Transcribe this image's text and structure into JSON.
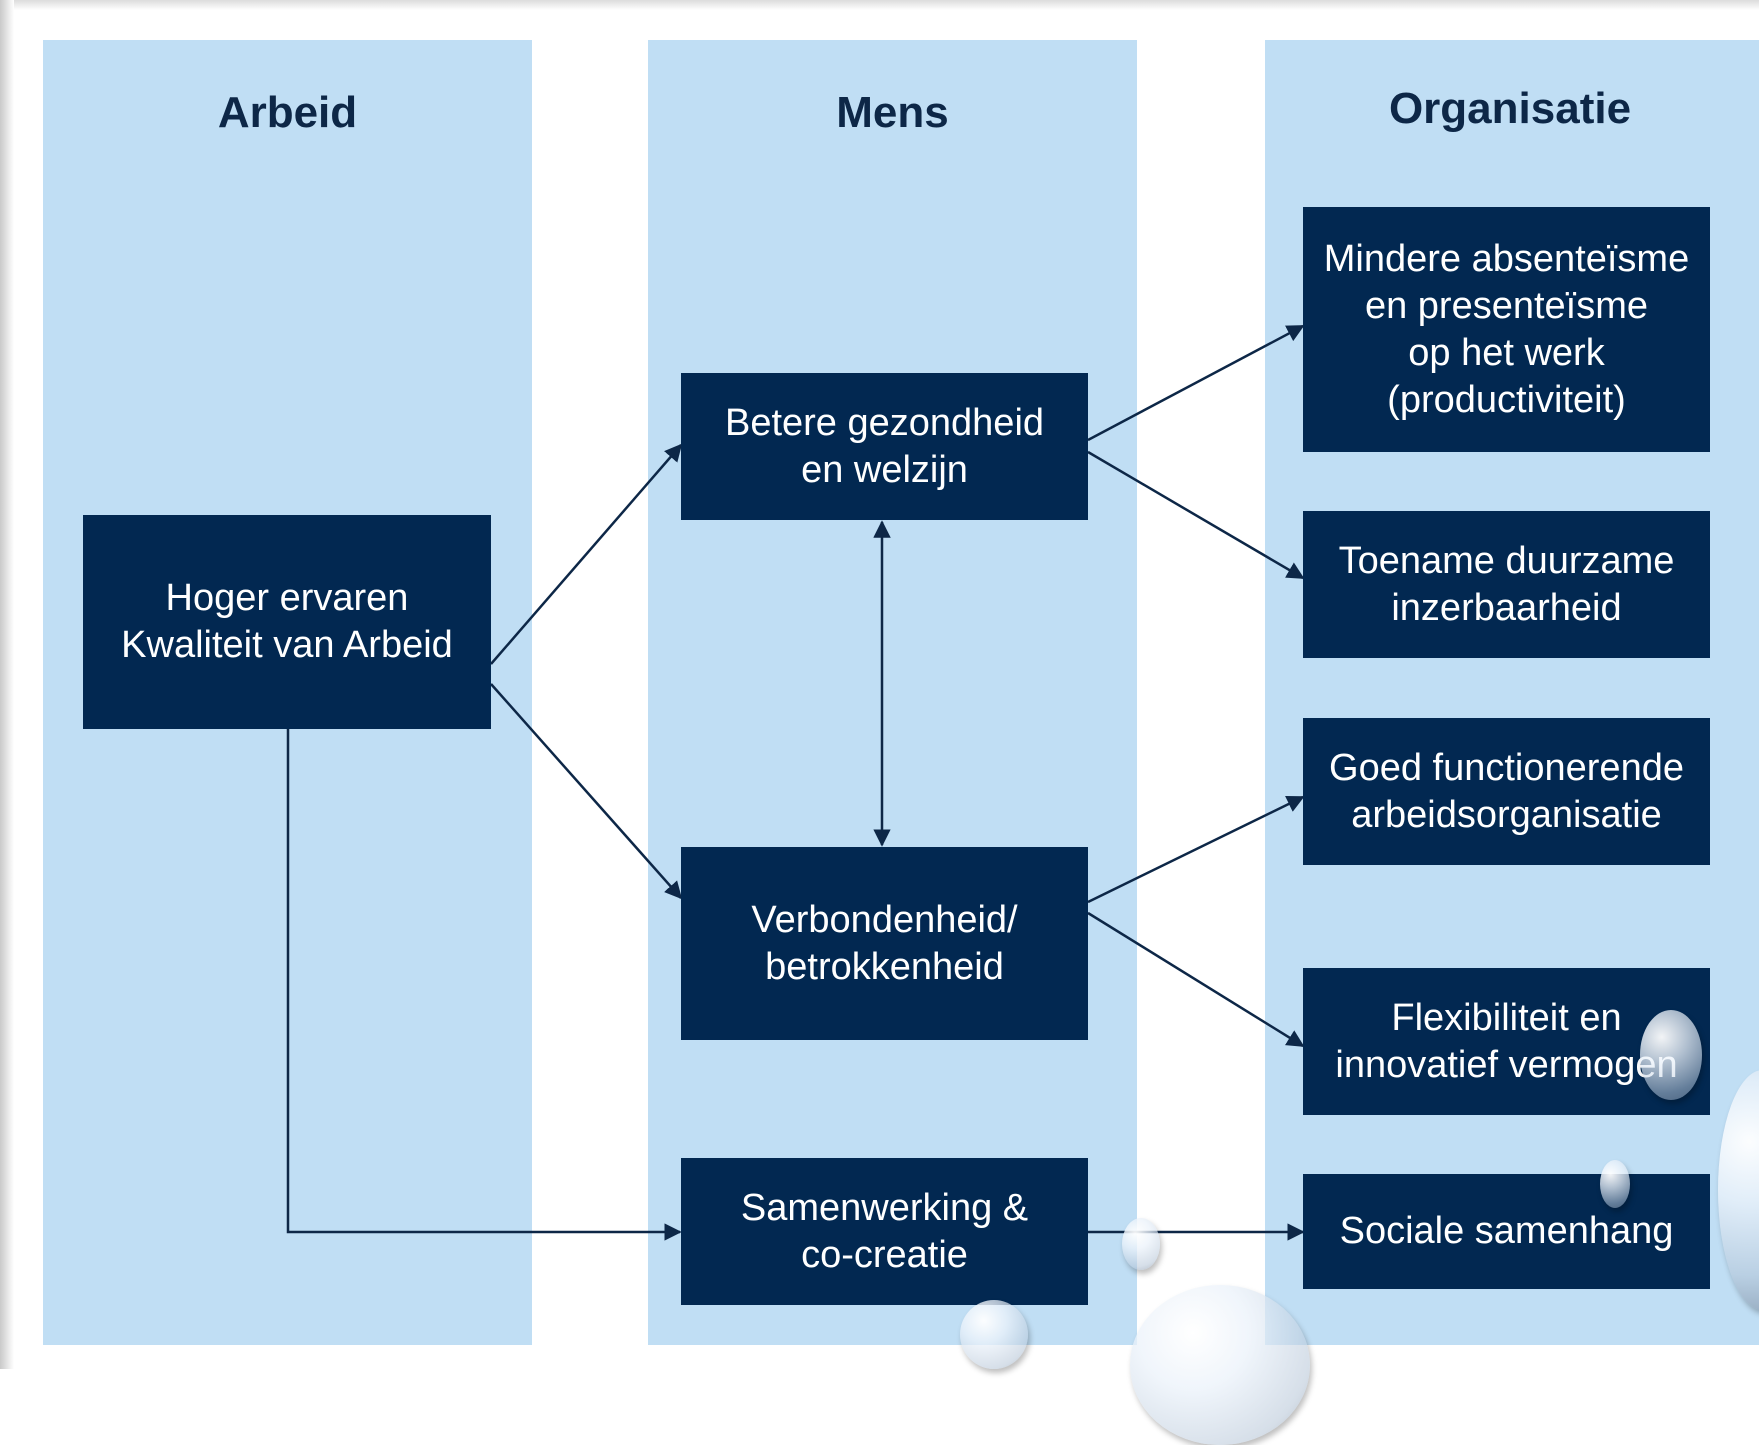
{
  "columns": {
    "arbeid": "Arbeid",
    "mens": "Mens",
    "organisatie": "Organisatie"
  },
  "boxes": {
    "kwaliteit": "Hoger ervaren\nKwaliteit van Arbeid",
    "gezondheid": "Betere gezondheid\nen welzijn",
    "verbondenheid": "Verbondenheid/\nbetrokkenheid",
    "samenwerking": "Samenwerking &\nco-creatie",
    "absenteisme": "Mindere absenteïsme\nen presenteïsme\nop het werk\n(productiviteit)",
    "inzetbaarheid": "Toename duurzame\ninzerbaarheid",
    "arbeidsorganisatie": "Goed functionerende\narbeidsorganisatie",
    "flexibiliteit": "Flexibiliteit en\ninnovatief vermogen",
    "samenhang": "Sociale samenhang"
  },
  "colors": {
    "column_bg": "#c0def4",
    "box_bg": "#022851",
    "title_text": "#0d2747",
    "arrow": "#0d2747"
  }
}
